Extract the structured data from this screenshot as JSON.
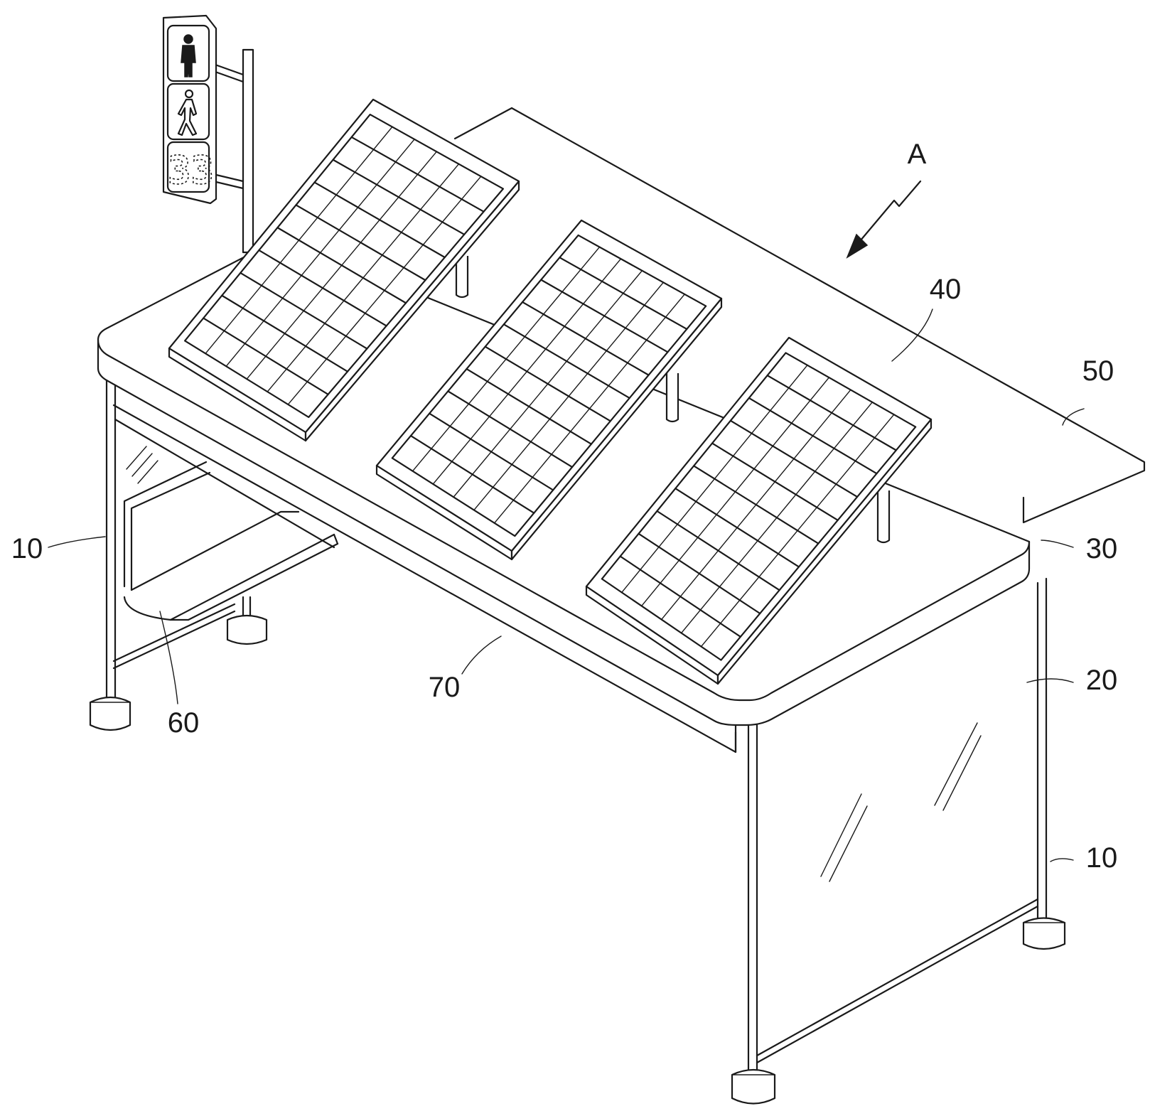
{
  "figure": {
    "arrow_label": "A",
    "signal_countdown": "33",
    "labels": {
      "pillar_left": "10",
      "pillar_right": "10",
      "glass_panel": "20",
      "roof": "30",
      "solar_panel": "40",
      "canopy": "50",
      "bench": "60",
      "frame": "70"
    }
  }
}
